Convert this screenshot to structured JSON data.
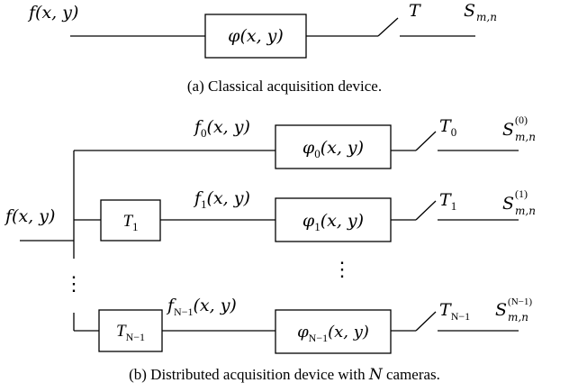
{
  "diagram_a": {
    "input_label": "f(x, y)",
    "filter_label": "φ(x, y)",
    "switch_label": "T",
    "output_label": "S",
    "output_sub": "m,n",
    "caption": "(a) Classical acquisition device."
  },
  "diagram_b": {
    "input_label": "f(x, y)",
    "branch0": {
      "signal_label": "f",
      "signal_sub": "0",
      "signal_args": "(x, y)",
      "filter_label": "φ",
      "filter_sub": "0",
      "filter_args": "(x, y)",
      "switch_label": "T",
      "switch_sub": "0",
      "output_label": "S",
      "output_sub": "m,n",
      "output_sup": "(0)"
    },
    "branch1": {
      "transform_label": "T",
      "transform_sub": "1",
      "signal_label": "f",
      "signal_sub": "1",
      "signal_args": "(x, y)",
      "filter_label": "φ",
      "filter_sub": "1",
      "filter_args": "(x, y)",
      "switch_label": "T",
      "switch_sub": "1",
      "output_label": "S",
      "output_sub": "m,n",
      "output_sup": "(1)"
    },
    "branchN": {
      "transform_label": "T",
      "transform_sub": "N−1",
      "signal_label": "f",
      "signal_sub": "N−1",
      "signal_args": "(x, y)",
      "filter_label": "φ",
      "filter_sub": "N−1",
      "filter_args": "(x, y)",
      "switch_label": "T",
      "switch_sub": "N−1",
      "output_label": "S",
      "output_sub": "m,n",
      "output_sup": "(N−1)"
    },
    "vertical_ellipsis": "⋮",
    "caption_pre": "(b) Distributed acquisition device with ",
    "caption_var": "N",
    "caption_post": " cameras."
  }
}
